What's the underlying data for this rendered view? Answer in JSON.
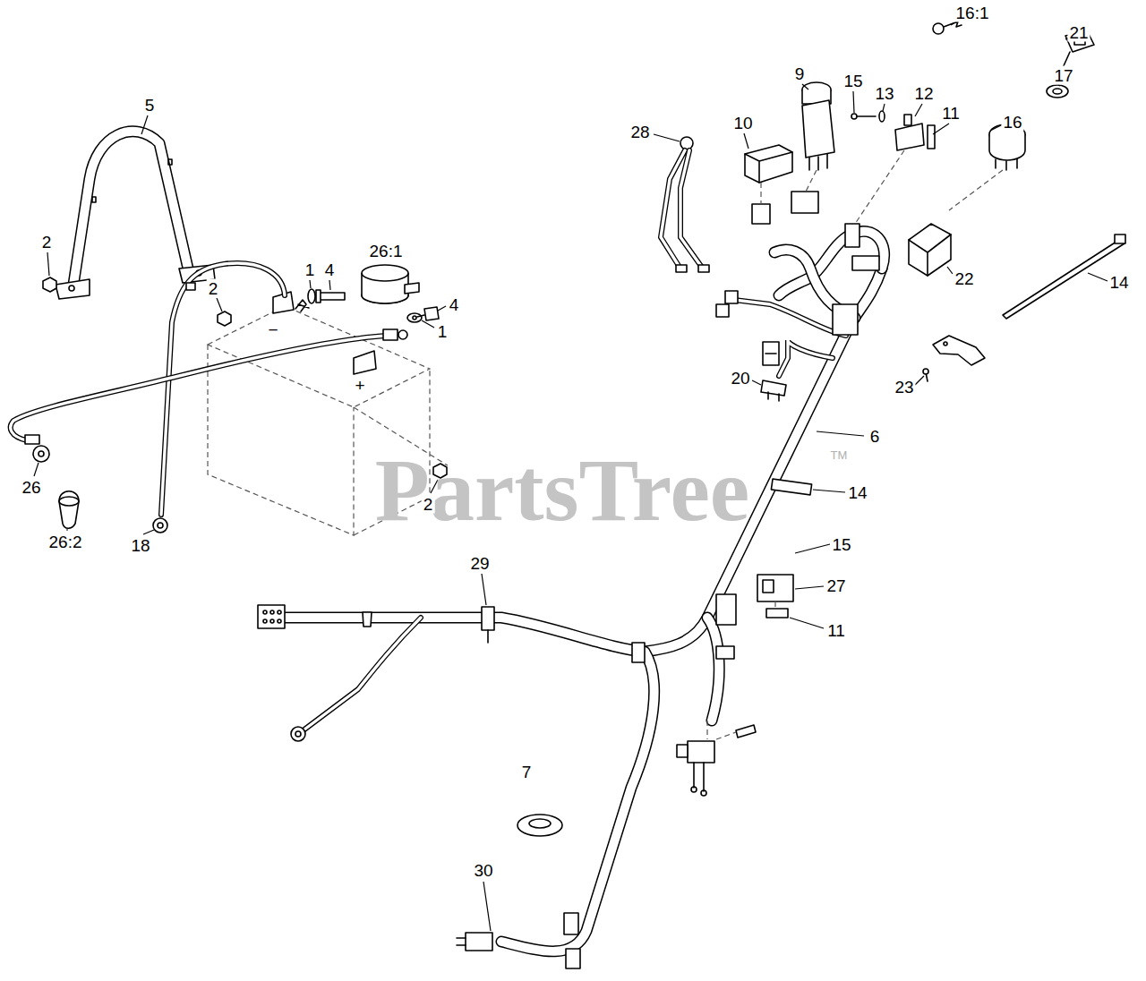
{
  "diagram": {
    "labels": [
      "16:1",
      "21",
      "9",
      "17",
      "15",
      "13",
      "12",
      "5",
      "11",
      "16",
      "10",
      "28",
      "2",
      "26:1",
      "1",
      "4",
      "22",
      "14",
      "2",
      "4",
      "−",
      "1",
      "+",
      "20",
      "23",
      "6",
      "TM",
      "PartsTree",
      "26",
      "14",
      "2",
      "26:2",
      "18",
      "15",
      "29",
      "27",
      "11",
      "7",
      "30"
    ]
  }
}
